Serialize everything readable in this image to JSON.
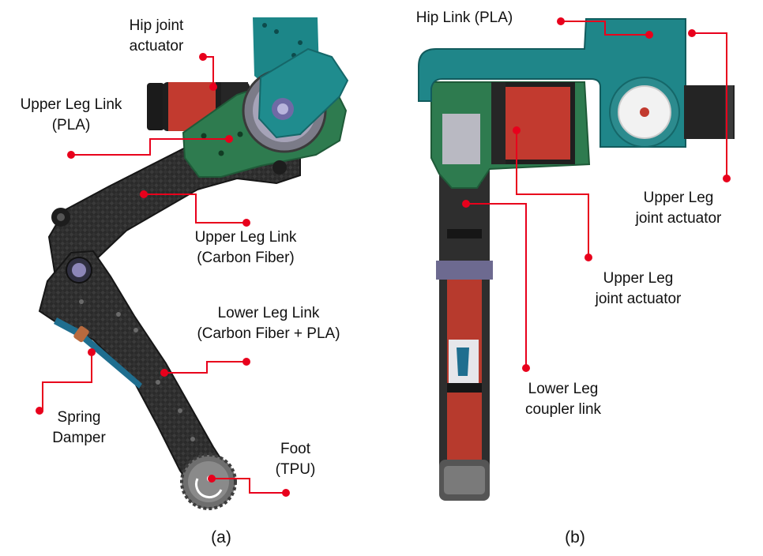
{
  "panel_a": {
    "caption": "(a)",
    "labels": {
      "hip_actuator": [
        "Hip joint",
        "actuator"
      ],
      "upper_pla": [
        "Upper Leg Link",
        "(PLA)"
      ],
      "upper_cf": [
        "Upper Leg Link",
        "(Carbon Fiber)"
      ],
      "lower_link": [
        "Lower Leg Link",
        "(Carbon Fiber + PLA)"
      ],
      "spring": [
        "Spring",
        "Damper"
      ],
      "foot": [
        "Foot",
        "(TPU)"
      ]
    }
  },
  "panel_b": {
    "caption": "(b)",
    "labels": {
      "hip_link": [
        "Hip Link (PLA)"
      ],
      "upper_act_right": [
        "Upper Leg",
        "joint actuator"
      ],
      "upper_act_mid": [
        "Upper Leg",
        "joint actuator"
      ],
      "coupler": [
        "Lower Leg",
        "coupler link"
      ]
    }
  },
  "colors": {
    "callout": "#e8001c",
    "teal": "#1e8a8c",
    "green": "#2f7f52",
    "motor_red": "#c8362d",
    "carbon": "#2b2b2b"
  }
}
